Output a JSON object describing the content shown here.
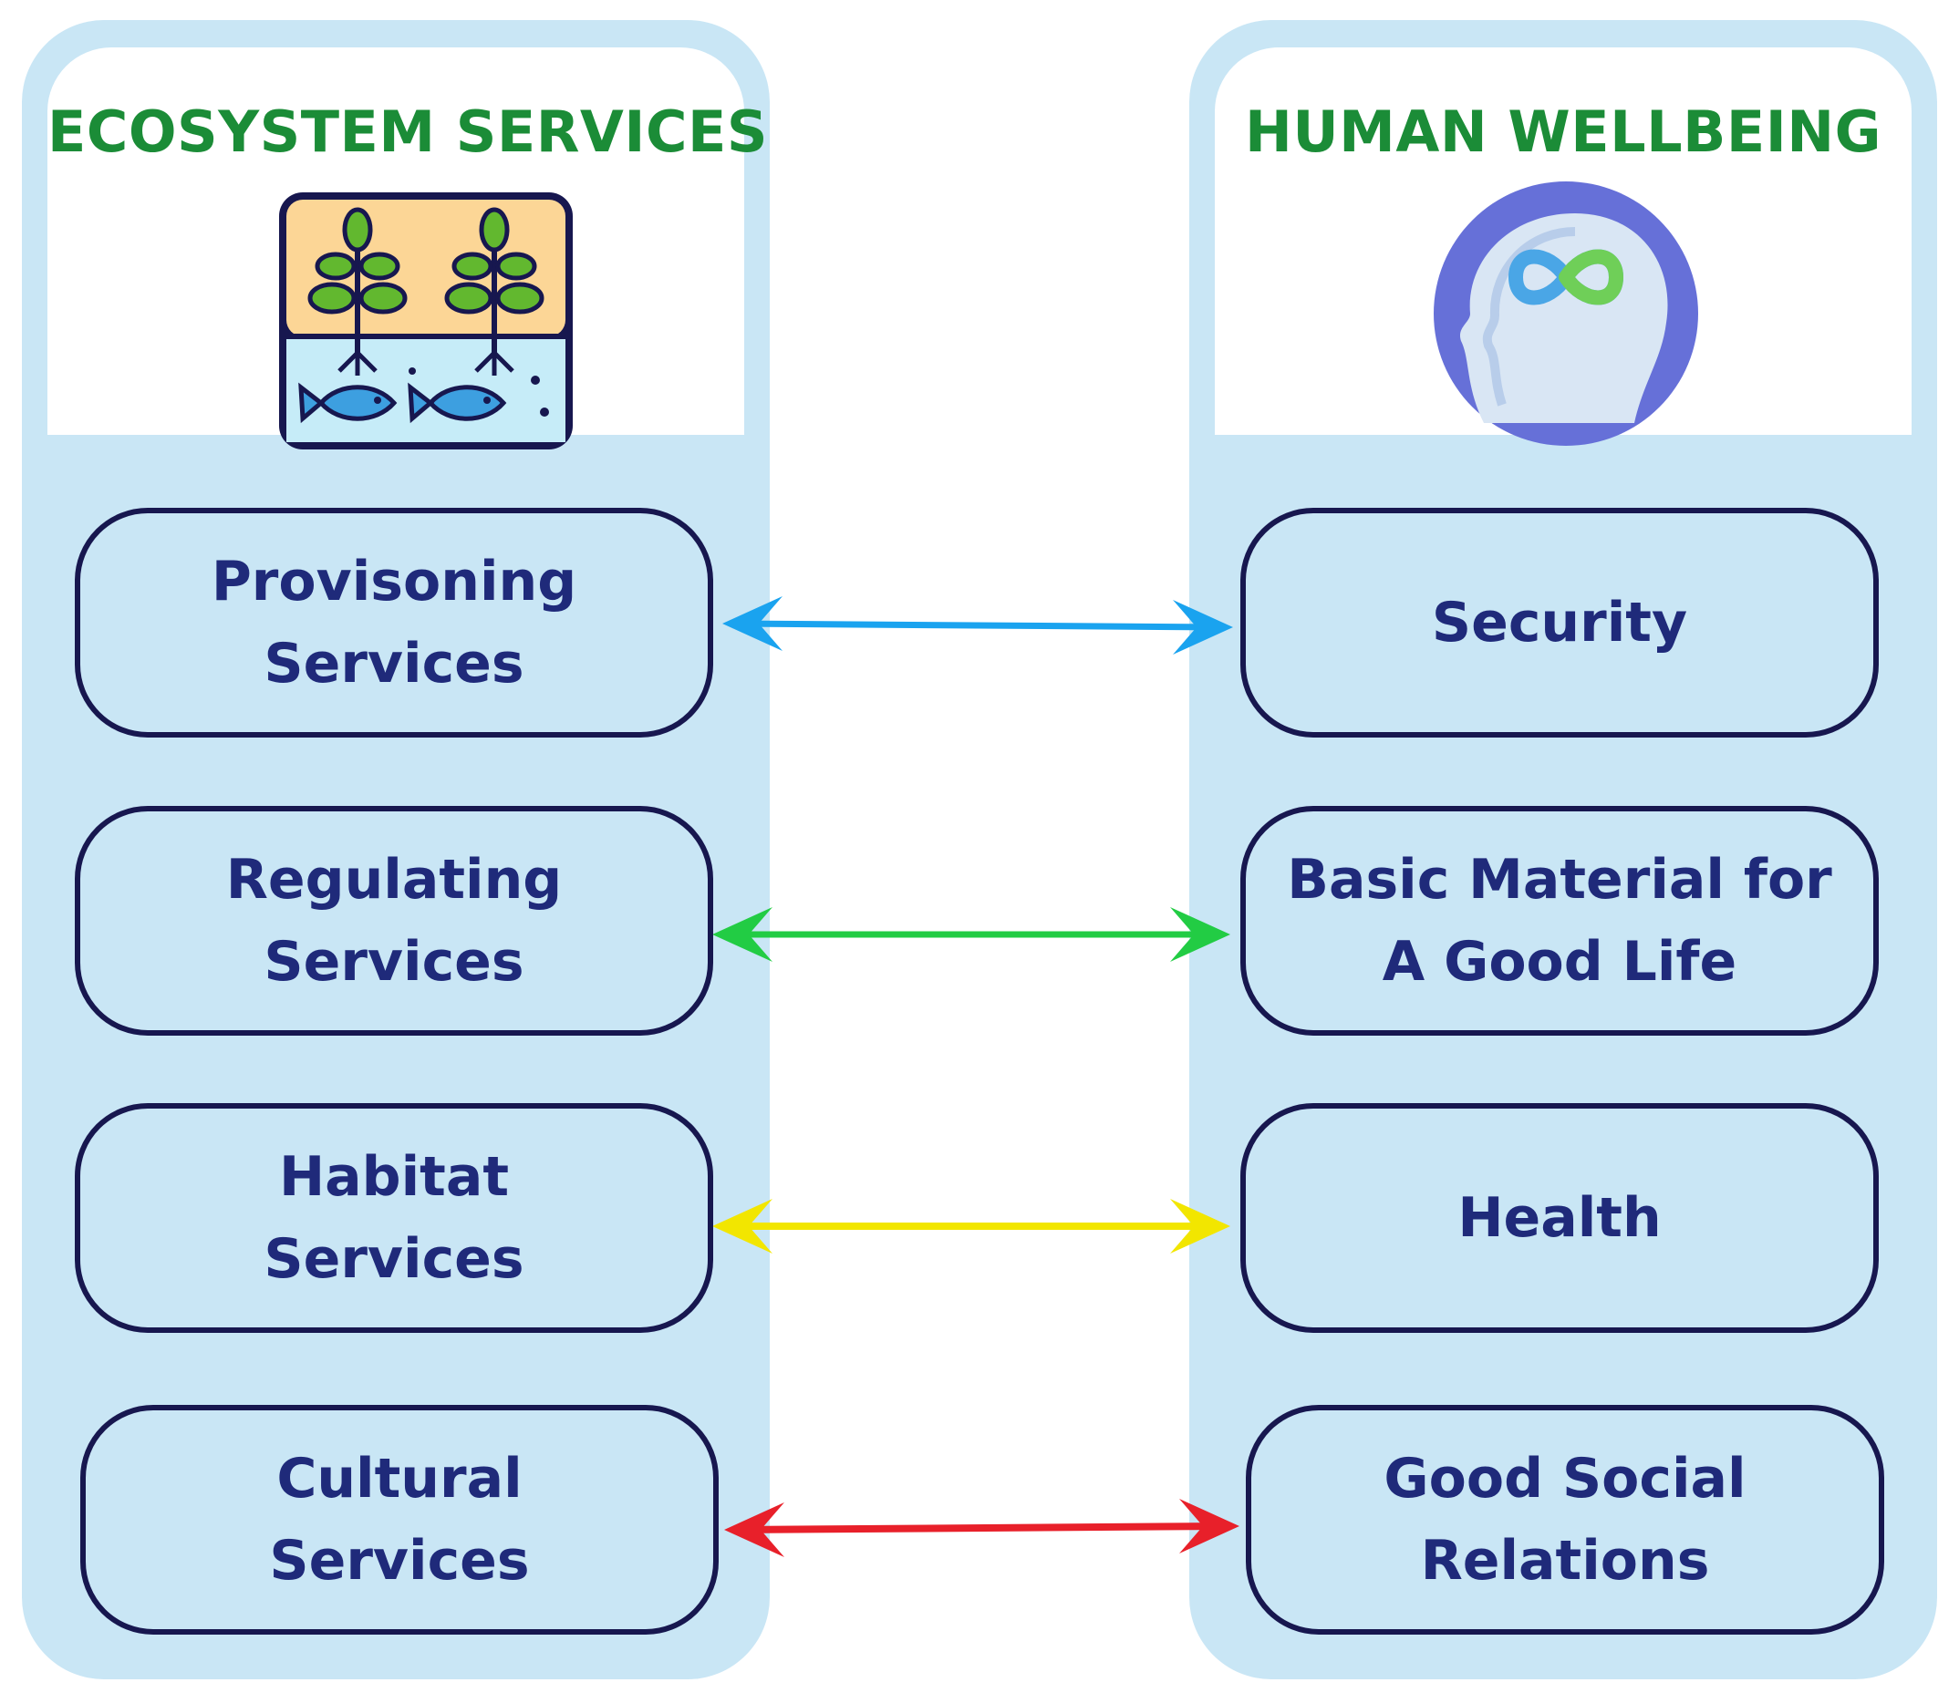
{
  "left_panel": {
    "title": "ECOSYSTEM SERVICES",
    "icon": "plants-fish-ecosystem-icon",
    "items": [
      {
        "label": "Provisoning\nServices"
      },
      {
        "label": "Regulating\nServices"
      },
      {
        "label": "Habitat\nServices"
      },
      {
        "label": "Cultural\nServices"
      }
    ]
  },
  "right_panel": {
    "title": "HUMAN WELLBEING",
    "icon": "head-infinity-icon",
    "items": [
      {
        "label": "Security"
      },
      {
        "label": "Basic Material for\nA Good Life"
      },
      {
        "label": "Health"
      },
      {
        "label": "Good Social\nRelations"
      }
    ]
  },
  "arrows": [
    {
      "from": "Provisoning Services",
      "to": "Security",
      "color": "#1aa3ef"
    },
    {
      "from": "Regulating Services",
      "to": "Basic Material for A Good Life",
      "color": "#22cc44"
    },
    {
      "from": "Habitat Services",
      "to": "Health",
      "color": "#f2e600"
    },
    {
      "from": "Cultural Services",
      "to": "Good Social Relations",
      "color": "#e8202a"
    }
  ],
  "colors": {
    "panel_bg": "#c9e6f5",
    "title_green": "#1b8c37",
    "node_border": "#17174f",
    "node_text": "#1f2a7a"
  }
}
